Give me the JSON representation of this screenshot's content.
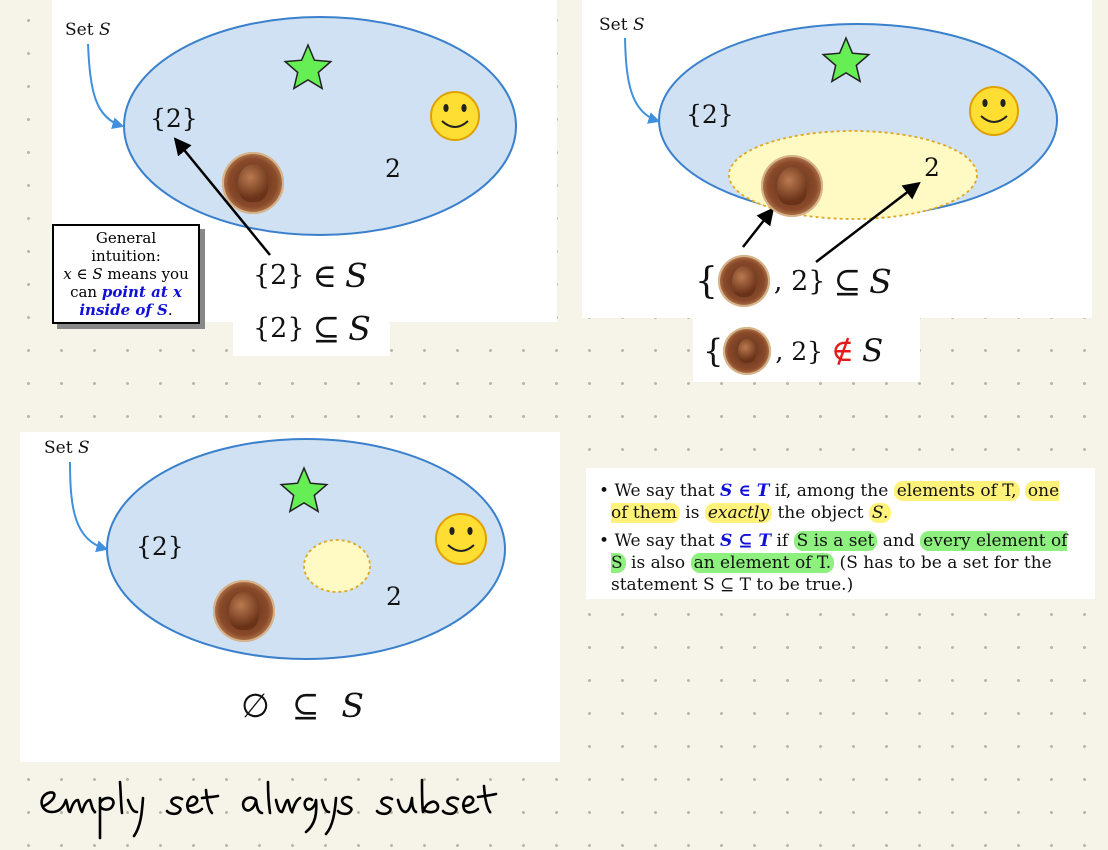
{
  "panel1": {
    "set_label": "Set ",
    "set_var": "S",
    "elem_set": "{2}",
    "elem_two": "2",
    "intuition": {
      "line1": "General intuition:",
      "line2a": "x",
      "line2b": " ∈ ",
      "line2c": "S",
      "line2d": " means you",
      "line3a": "can ",
      "line3b": "point at x",
      "line4a": "inside of S",
      "line4b": "."
    },
    "stmt1": {
      "lhs": "{2}",
      "op": "∈",
      "rhs": "S"
    },
    "stmt2": {
      "lhs": "{2}",
      "op": "⊆",
      "rhs": "S"
    }
  },
  "panel2": {
    "set_label": "Set ",
    "set_var": "S",
    "elem_set": "{2}",
    "elem_two": "2",
    "stmt1": {
      "open": "{",
      "sep": ", 2}",
      "op": "⊆",
      "rhs": "S"
    },
    "stmt2": {
      "open": "{",
      "sep": ", 2}",
      "op": "∉",
      "rhs": "S"
    }
  },
  "panel3": {
    "set_label": "Set ",
    "set_var": "S",
    "elem_set": "{2}",
    "elem_two": "2",
    "stmt": {
      "lhs": "∅",
      "op": "⊆",
      "rhs": "S"
    }
  },
  "definitions": {
    "b1": {
      "t1": "We say that ",
      "S": "S",
      "in": " ∈ ",
      "T": "T",
      "t2": " if, among the ",
      "h1": "elements of T,",
      "h2": "one of them",
      "t3": " is ",
      "h3": "exactly",
      "t4": " the object ",
      "h4": "S."
    },
    "b2": {
      "t1": "We say that ",
      "S": "S",
      "sub": " ⊆ ",
      "T": "T",
      "t2": " if ",
      "h1": "S is a set",
      "t3": " and ",
      "h2": "every element of S",
      "t4": " is also ",
      "h3": "an element of T.",
      "t5": " (S has to be a set for the statement S ⊆ T to be true.)"
    }
  },
  "handwritten_note": "empty set always subset",
  "colors": {
    "set_fill": "#cfe1f2",
    "set_stroke": "#3a80cc",
    "star": "#66ee55",
    "smiley": "#ffde33",
    "subset_fill": "#fff9c4",
    "subset_stroke": "#e0a820",
    "pointer_arrow": "#4090dd",
    "highlight_yellow": "#fff27a",
    "highlight_green": "#8df07f",
    "emphasis_blue": "#1010d8",
    "not_in_red": "#e31b1b"
  },
  "icons": [
    "star-icon",
    "smiley-icon",
    "penny-icon"
  ]
}
